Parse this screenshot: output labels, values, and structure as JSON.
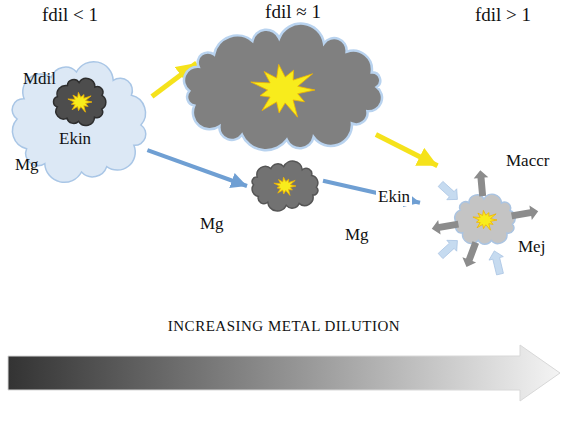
{
  "diagram": {
    "nodes": [
      {
        "text": [
          "Mdil",
          "Mg"
        ]
      },
      {
        "text": [
          "Ekin"
        ],
        "in": 0
      },
      {
        "text": []
      },
      {
        "text": []
      },
      {
        "text": [
          "Maccr",
          "Mej"
        ]
      }
    ],
    "edges": [
      {
        "from": 0,
        "to": 2,
        "arrow": "to"
      },
      {
        "from": 2,
        "to": 4,
        "arrow": "to",
        "label": "Ekin"
      },
      {
        "from": 0,
        "to": 3,
        "arrow": "to",
        "label": "Mg"
      },
      {
        "from": 3,
        "to": 4,
        "arrow": "to",
        "label": "Mg"
      }
    ],
    "labels": [
      "fdil < 1",
      "fdil ≈ 1",
      "fdil > 1",
      "INCREASING METAL DILUTION"
    ]
  }
}
